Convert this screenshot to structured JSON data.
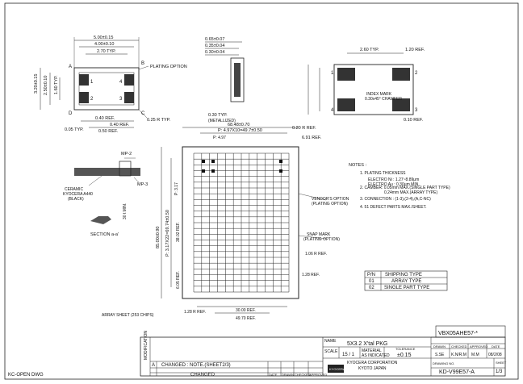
{
  "dims_top_left": {
    "overall_w": "5.00±0.15",
    "inner_w": "4.00±0.10",
    "pad_w": "2.70 TYP.",
    "height": "3.20±0.15",
    "inner_h": "2.50±0.10",
    "pad_h": "1.60 TYP.",
    "typ_small": "0.05 TYP.",
    "ref_a": "0.40 REF.",
    "ref_b": "0.50 REF.",
    "ref_c": "0.40 REF.",
    "plating": "PLATING OPTION",
    "radius": "0.25 R TYP.",
    "corner_a": "A",
    "corner_b": "B",
    "corner_c": "C",
    "corner_d": "D",
    "pad1": "1",
    "pad2": "2",
    "pad3": "3",
    "pad4": "4"
  },
  "dims_side": {
    "d1": "0.65±0.07",
    "d2": "0.35±0.04",
    "d3": "0.30±0.04",
    "typ": "0.30 TYP.",
    "metal": "(METALLIZED)"
  },
  "dims_bottom": {
    "w": "2.60 TYP.",
    "w2": "1.20 REF.",
    "index": "INDEX MARK",
    "chamfer": "0.30x45° CHAMFER",
    "r": "0.20 R REF.",
    "typ": "0.10 REF.",
    "p1": "1",
    "p2": "2",
    "p3": "3",
    "p4": "4"
  },
  "array": {
    "overall": "68.48±0.70",
    "pitch": "P: 4.97X10=49.7±0.50",
    "p497": "P: 4.97",
    "typ691": "6.91 REF.",
    "height": "85.00±0.90",
    "pitch_v": "P: 3.17X22=69.74±0.50",
    "p317": "P: 3.17",
    "r3802": "38.02 REF.",
    "vendor": "VENDOR'S OPTION",
    "vendor2": "(PLATING OPTION)",
    "snap": "SNAP MARK",
    "snap2": "(PLATING OPTION)",
    "r106": "1.06 R REF.",
    "r128": "1.28 REF.",
    "r605": "6.05 REF.",
    "b128": "1.28 R REF.",
    "b3000": "30.00 REF.",
    "b4970": "49.70 REF.",
    "caption": "ARRAY SHEET (253 CHIPS)"
  },
  "section": {
    "mp2": "MP-2",
    "mp3": "MP-3",
    "ceramic": "CERAMIC",
    "kyocera": "KYOCERA A440",
    "black": "(BLACK)",
    "label": "SECTION a-a'",
    "min": "30 t MIN."
  },
  "notes": {
    "title": "NOTES :",
    "n1": "1. PLATING THICKNESS",
    "n1a": "ELECTRO Ni : 1.27~8.89μm",
    "n1b": "ELECTRO Au : 0.30μm MIN.",
    "n2": "2. CAMBER: 0.05mm MAX.(SINGLE PART TYPE)",
    "n2b": "0.24mm MAX.(ARRAY TYPE)",
    "n3": "3. CONNECTION : (1-3),(2-4),(A,C-NC)",
    "n4": "4. 51 DEFECT PARTS MAX./SHEET."
  },
  "pn_table": {
    "h1": "P/N",
    "h2": "SHIPPING TYPE",
    "r1a": "01",
    "r1b": "ARRAY TYPE",
    "r2a": "02",
    "r2b": "SINGLE PART TYPE"
  },
  "title_block": {
    "part": "VBX05AHE57-*",
    "name_label": "NAME",
    "name": "5X3.2 X'tal PKG",
    "scale_label": "SCALE",
    "scale": "15 / 1",
    "material_label": "MATERIAL",
    "material": "AS INDICATED",
    "tol_label": "TOLERANCE",
    "tol": "±0.15",
    "drawn_label": "DRAWN",
    "checked_label": "CHECKED",
    "approved_label": "APPROVED",
    "date_label": "DATE",
    "drawn": "S.SE",
    "checked": "K.N/R.M",
    "approved": "M.M",
    "date": "08/2/08",
    "company": "KYOCERA CORPORATION",
    "city": "KYOTO JAPAN",
    "logo": "KYOCERA",
    "drawing_no_label": "DRAWING NO.",
    "drawing_no": "KD-V99E57-A",
    "sheet_label": "SHEET",
    "sheet": "1/3",
    "modification": "MODIFICATION",
    "change1": "CHANGED : NOTE.(SHEET2/3)",
    "change2": "CHANGED",
    "rev_a": "A",
    "open_dwg": "KC-OPEN DWG",
    "col_date": "DATE",
    "col_drawn": "DRAWN",
    "col_checked": "CHECKED",
    "col_approved": "APPROVED"
  }
}
